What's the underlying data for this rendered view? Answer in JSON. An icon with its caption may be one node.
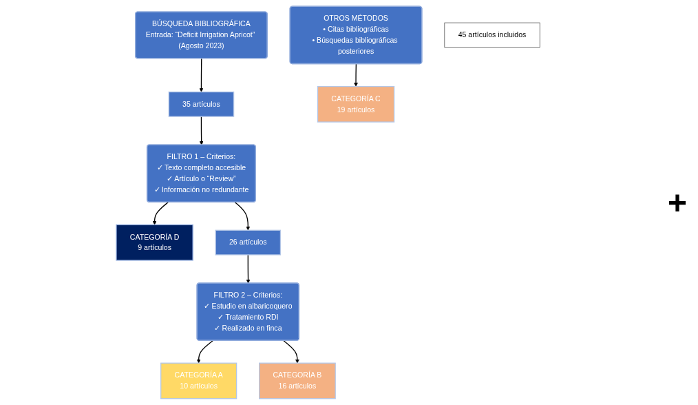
{
  "diagram": {
    "nodes": [
      {
        "text": [
          "BÚSQUEDA BIBLIOGRÁFICA",
          "Entrada: “Deficit Irrigation Apricot” (Agosto 2023)"
        ]
      },
      {
        "text": [
          "35 artículos"
        ]
      },
      {
        "text": [
          "FILTRO 1 – Criterios:",
          "✓ Texto completo accesible",
          "✓ Artículo o “Review”",
          "✓ Información no redundante"
        ]
      },
      {
        "text": [
          "CATEGORÍA D",
          "9 artículos"
        ]
      },
      {
        "text": [
          "26 artículos"
        ]
      },
      {
        "text": [
          "FILTRO 2 – Criterios:",
          "✓ Estudio en albaricoquero",
          "✓ Tratamiento RDI",
          "✓ Realizado en finca"
        ]
      },
      {
        "text": [
          "CATEGORÍA A",
          "10 artículos"
        ]
      },
      {
        "text": [
          "CATEGORÍA B",
          "16 artículos"
        ]
      },
      {
        "text": [
          "CATEGORÍA C",
          "19 artículos"
        ]
      },
      {
        "text": [
          "OTROS MÉTODOS",
          "• Citas bibliográficas",
          "• Búsquedas bibliográficas posteriores"
        ]
      },
      {
        "text": [
          "45 artículos incluidos"
        ]
      }
    ],
    "edges": [
      {
        "from": 0,
        "to": 1,
        "arrow": "to"
      },
      {
        "from": 1,
        "to": 2,
        "arrow": "to"
      },
      {
        "from": 2,
        "to": 3,
        "arrow": "to"
      },
      {
        "from": 2,
        "to": 4,
        "arrow": "to"
      },
      {
        "from": 4,
        "to": 5,
        "arrow": "to"
      },
      {
        "from": 5,
        "to": 6,
        "arrow": "to"
      },
      {
        "from": 5,
        "to": 7,
        "arrow": "to"
      },
      {
        "from": 9,
        "to": 8,
        "arrow": "to"
      }
    ],
    "labels": [
      "+"
    ]
  }
}
